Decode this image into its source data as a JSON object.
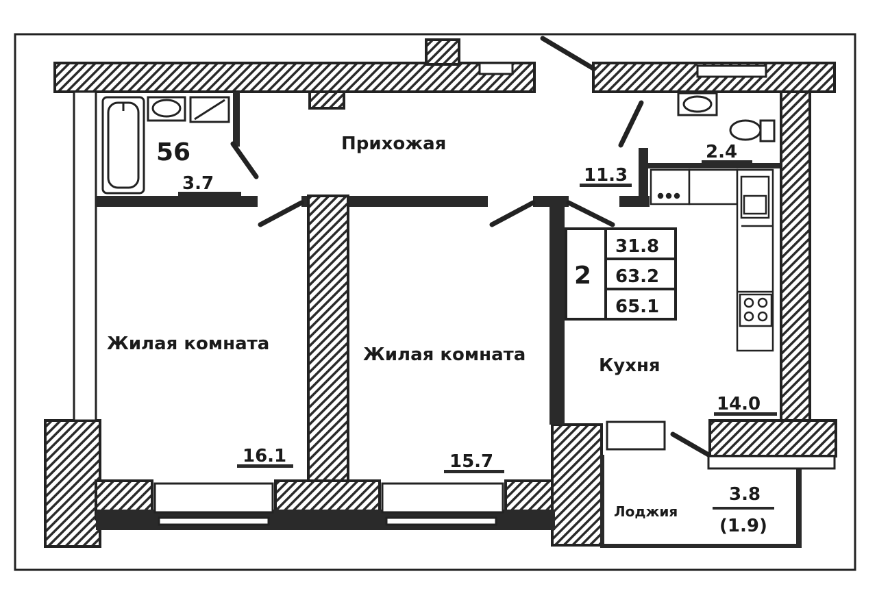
{
  "apartment_number": "56",
  "rooms": [
    {
      "id": "hall",
      "label": "Прихожая",
      "area": "11.3"
    },
    {
      "id": "bath1",
      "label": "",
      "area": "3.7"
    },
    {
      "id": "bath2",
      "label": "",
      "area": "2.4"
    },
    {
      "id": "living1",
      "label": "Жилая комната",
      "area": "16.1"
    },
    {
      "id": "living2",
      "label": "Жилая комната",
      "area": "15.7"
    },
    {
      "id": "kitchen",
      "label": "Кухня",
      "area": "14.0"
    },
    {
      "id": "loggia",
      "label": "Лоджия",
      "area": "3.8",
      "area_reduced": "(1.9)"
    }
  ],
  "summary": {
    "room_count": "2",
    "living_area": "31.8",
    "total_area": "63.2",
    "total_with_loggia": "65.1"
  },
  "colors": {
    "wall": "#2a2a2a",
    "hatch": "#2a2a2a",
    "background": "#ffffff"
  }
}
